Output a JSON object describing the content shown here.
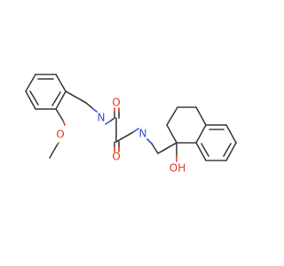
{
  "molecule": {
    "atoms": {
      "o_carbonyl_1": "O",
      "o_carbonyl_2": "O",
      "n_amide_left": "N",
      "n_amide_right": "N",
      "o_methoxy": "O",
      "o_hydroxyl": "OH"
    }
  },
  "colors": {
    "bond": "#3f3f3f",
    "oxygen": "#e53b1f",
    "nitrogen": "#3c4fd6"
  }
}
